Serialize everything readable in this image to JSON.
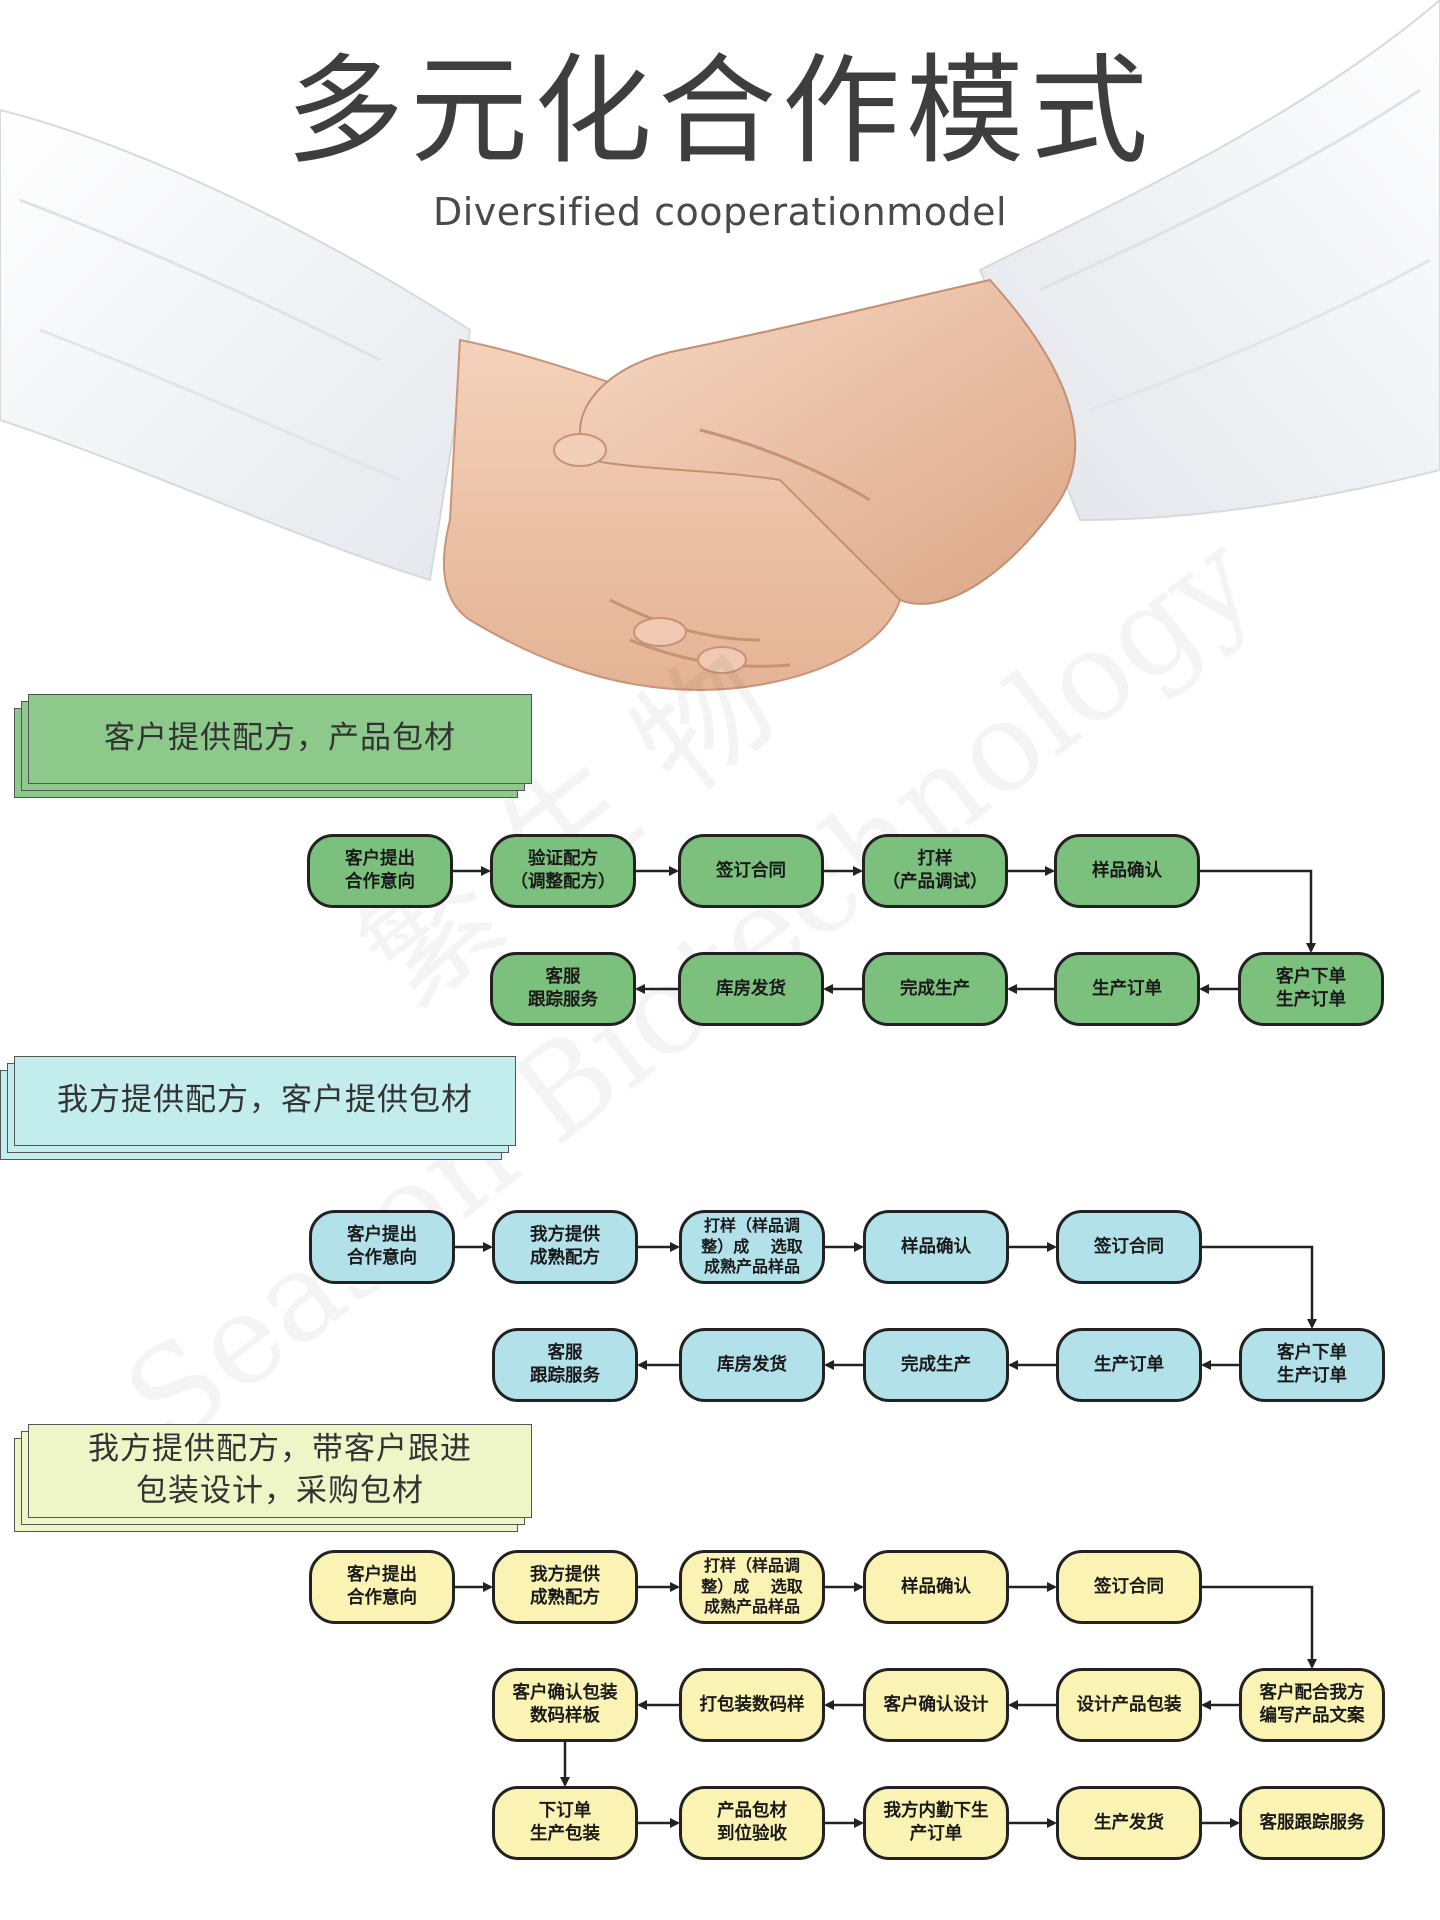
{
  "header": {
    "title": "多元化合作模式",
    "subtitle": "Diversified cooperationmodel"
  },
  "watermark": {
    "chars": "繁 生 物",
    "text": "Season Biotechnology"
  },
  "colors": {
    "section1": "#7cc07e",
    "section2": "#b2e1ea",
    "section3": "#fbf3b4",
    "section1_header": "#8dc98b",
    "section2_header": "#c3ecec",
    "section3_header": "#eef6c8"
  },
  "section1": {
    "heading": "客户提供配方，产品包材",
    "row1": [
      "客户提出\n合作意向",
      "验证配方\n（调整配方）",
      "签订合同",
      "打样\n（产品调试）",
      "样品确认"
    ],
    "row2": [
      "客服\n跟踪服务",
      "库房发货",
      "完成生产",
      "生产订单",
      "客户下单\n生产订单"
    ]
  },
  "section2": {
    "heading": "我方提供配方，客户提供包材",
    "row1": [
      "客户提出\n合作意向",
      "我方提供\n成熟配方",
      "打样（样品调\n整）成　 选取\n成熟产品样品",
      "样品确认",
      "签订合同"
    ],
    "row2": [
      "客服\n跟踪服务",
      "库房发货",
      "完成生产",
      "生产订单",
      "客户下单\n生产订单"
    ]
  },
  "section3": {
    "heading": "我方提供配方，带客户跟进\n包装设计，采购包材",
    "row1": [
      "客户提出\n合作意向",
      "我方提供\n成熟配方",
      "打样（样品调\n整）成　 选取\n成熟产品样品",
      "样品确认",
      "签订合同"
    ],
    "row2": [
      "客户确认包装\n数码样板",
      "打包装数码样",
      "客户确认设计",
      "设计产品包装",
      "客户配合我方\n编写产品文案"
    ],
    "row3": [
      "下订单\n生产包装",
      "产品包材\n到位验收",
      "我方内勤下生\n产订单",
      "生产发货",
      "客服跟踪服务"
    ]
  }
}
